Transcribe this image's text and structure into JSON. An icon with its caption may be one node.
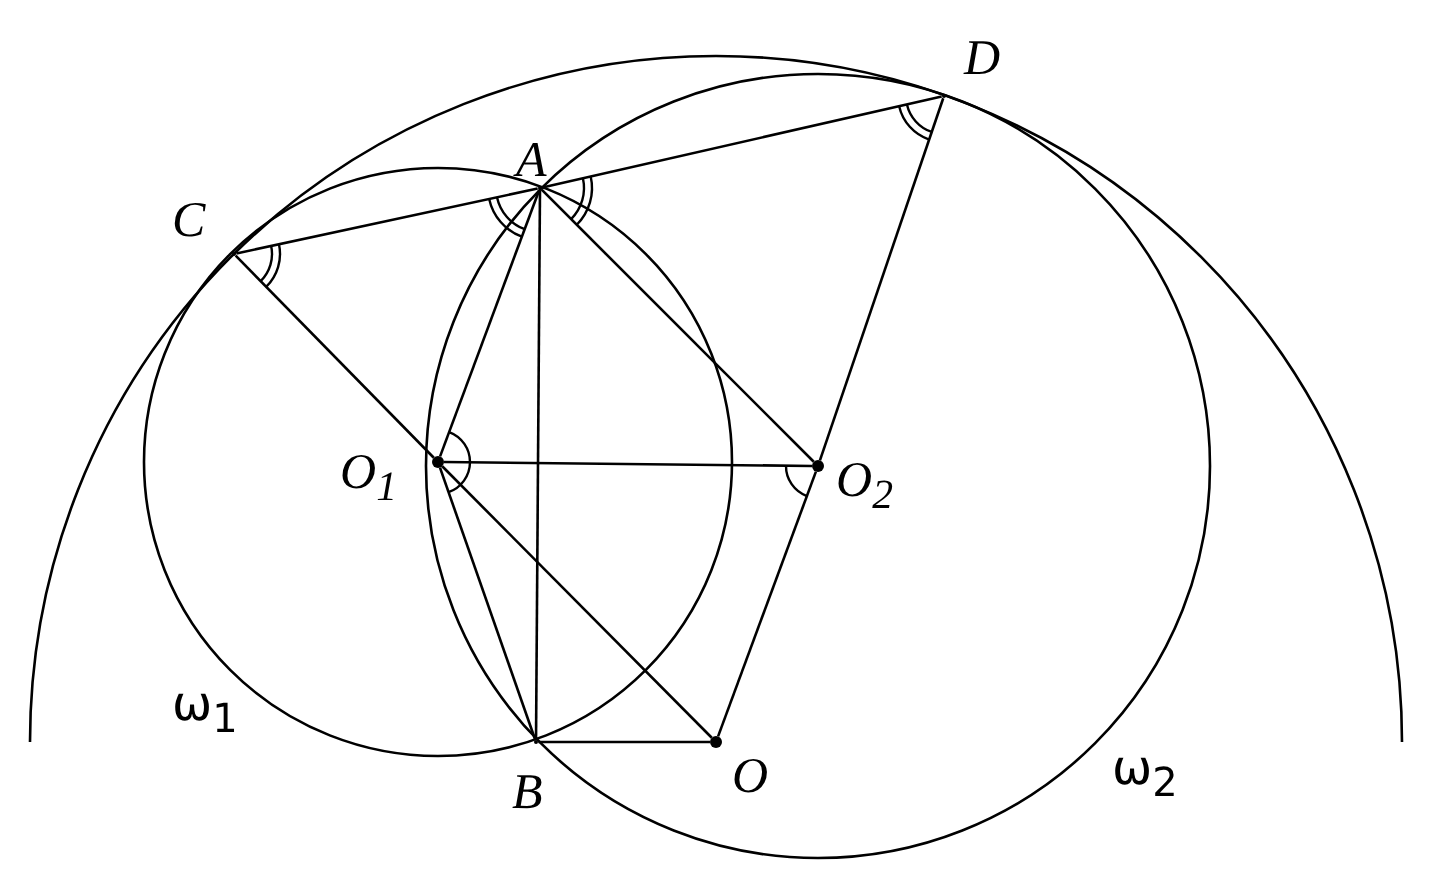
{
  "diagram": {
    "nodes": [
      {
        "text": [],
        "shape": "point",
        "beside": [
          "A"
        ]
      },
      {
        "text": [],
        "shape": "point",
        "beside": [
          "C"
        ]
      },
      {
        "text": [],
        "shape": "point",
        "beside": [
          "D"
        ]
      },
      {
        "text": [],
        "shape": "circle",
        "beside": [
          "O$_{1}$"
        ]
      },
      {
        "text": [],
        "shape": "circle",
        "beside": [
          "O$_{2}$"
        ]
      },
      {
        "text": [],
        "shape": "point",
        "beside": [
          "B"
        ]
      },
      {
        "text": [],
        "shape": "circle",
        "beside": [
          "O"
        ]
      }
    ],
    "edges": [
      {
        "from": 1,
        "to": 0,
        "arrow": "none"
      },
      {
        "from": 0,
        "to": 2,
        "arrow": "none"
      },
      {
        "from": 1,
        "to": 3,
        "arrow": "none"
      },
      {
        "from": 3,
        "to": 6,
        "arrow": "none"
      },
      {
        "from": 0,
        "to": 5,
        "arrow": "none"
      },
      {
        "from": 0,
        "to": 3,
        "arrow": "none"
      },
      {
        "from": 3,
        "to": 5,
        "arrow": "none"
      },
      {
        "from": 0,
        "to": 4,
        "arrow": "none"
      },
      {
        "from": 3,
        "to": 4,
        "arrow": "none"
      },
      {
        "from": 2,
        "to": 4,
        "arrow": "none"
      },
      {
        "from": 4,
        "to": 6,
        "arrow": "none"
      },
      {
        "from": 5,
        "to": 6,
        "arrow": "none"
      }
    ],
    "labels": [
      "ω$_{1}$",
      "ω$_{2}$"
    ]
  }
}
